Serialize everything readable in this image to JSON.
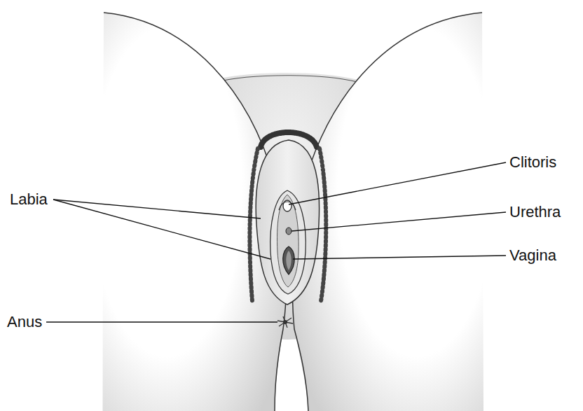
{
  "diagram": {
    "labels": [
      "Clitoris",
      "Labia",
      "Urethra",
      "Vagina",
      "Anus"
    ]
  }
}
